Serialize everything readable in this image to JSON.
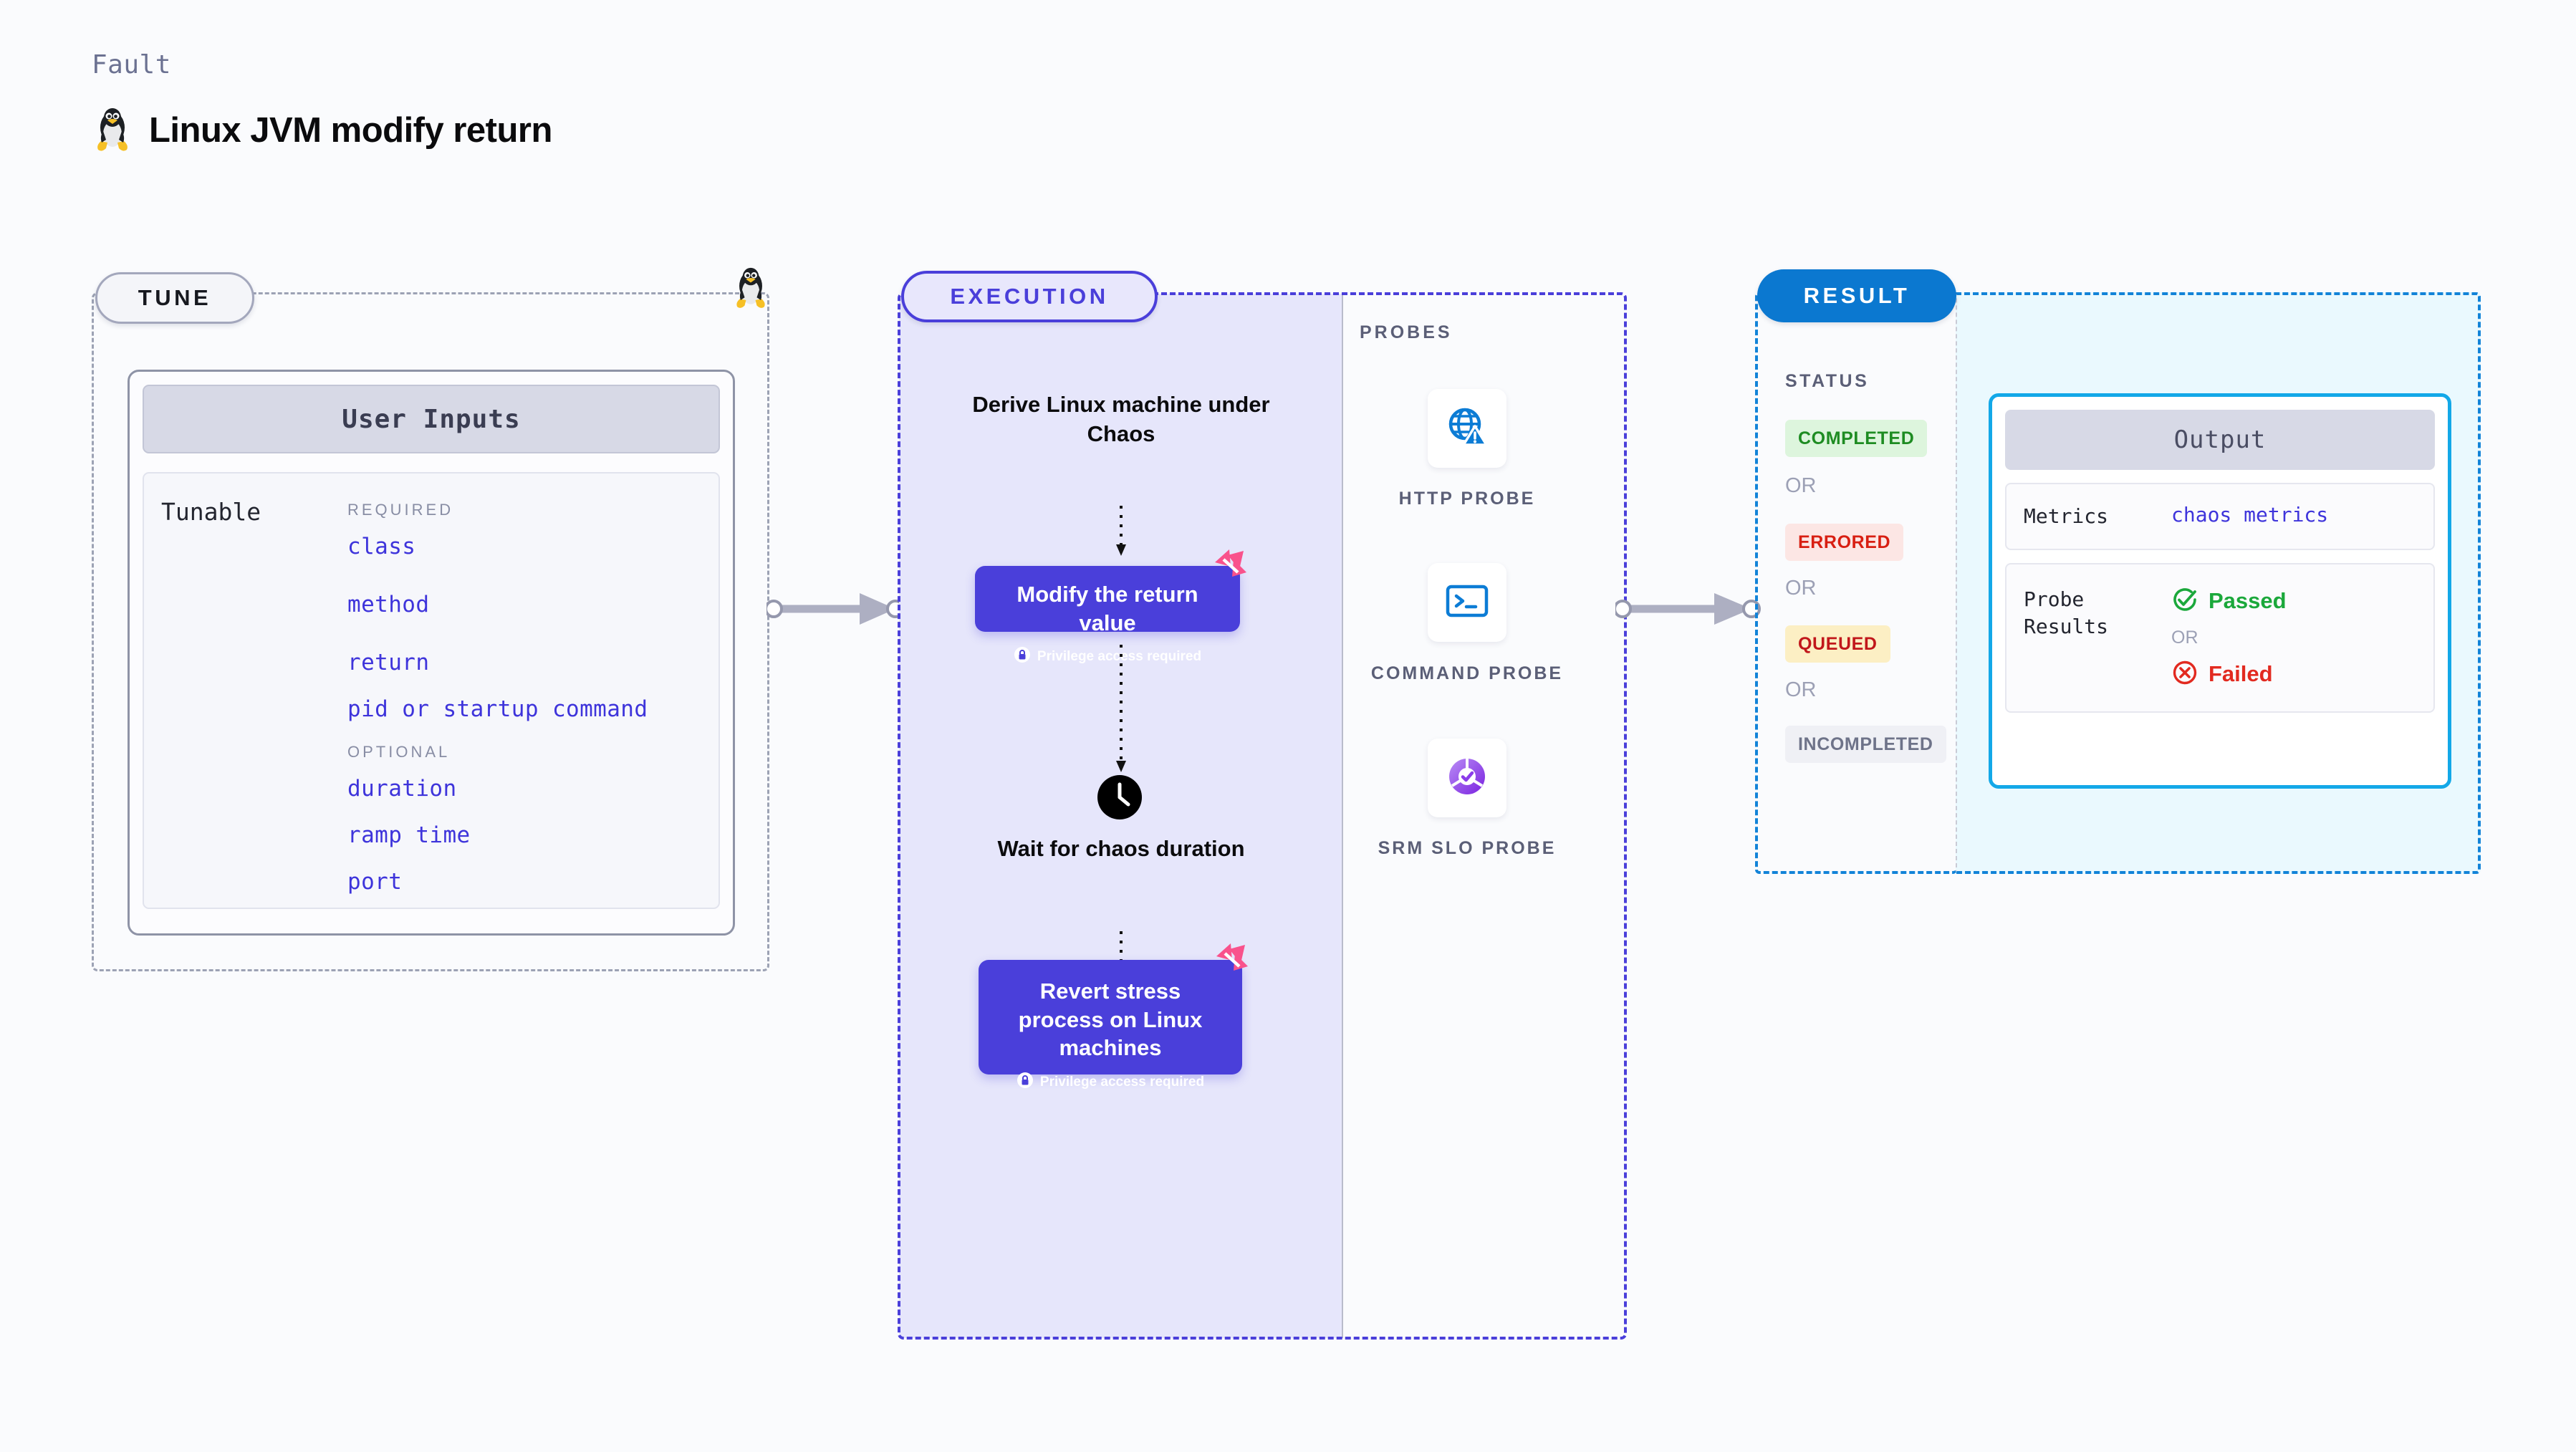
{
  "header": {
    "kicker": "Fault",
    "title": "Linux JVM modify return",
    "icon": "linux-tux-icon"
  },
  "tune": {
    "pill_label": "TUNE",
    "card_title": "User Inputs",
    "tunable_label": "Tunable",
    "groups": [
      {
        "heading": "REQUIRED",
        "items": [
          "class",
          "method",
          "return",
          "pid or startup command"
        ]
      },
      {
        "heading": "OPTIONAL",
        "items": [
          "duration",
          "ramp time",
          "port"
        ]
      }
    ]
  },
  "execution": {
    "pill_label": "EXECUTION",
    "step1_text": "Derive Linux machine under Chaos",
    "step2_title": "Modify the return value",
    "step2_note": "Privilege access required",
    "step3_text": "Wait for chaos duration",
    "step4_title": "Revert stress process on Linux machines",
    "step4_note": "Privilege access required",
    "clock_icon": "clock-icon",
    "lock_icon": "lock-icon",
    "chaos_badge_icon": "harness-chaos-badge-icon"
  },
  "probes": {
    "section_label": "PROBES",
    "items": [
      {
        "label": "HTTP PROBE",
        "icon": "globe-warning-icon"
      },
      {
        "label": "COMMAND PROBE",
        "icon": "terminal-icon"
      },
      {
        "label": "SRM SLO PROBE",
        "icon": "slo-check-icon"
      }
    ]
  },
  "result": {
    "pill_label": "RESULT",
    "status_label": "STATUS",
    "or_label": "OR",
    "statuses": [
      {
        "label": "COMPLETED",
        "fg": "#1E8C22",
        "bg": "#DDF5DD"
      },
      {
        "label": "ERRORED",
        "fg": "#D81F12",
        "bg": "#FCE6E4"
      },
      {
        "label": "QUEUED",
        "fg": "#C1171B",
        "bg": "#FCEFC4"
      },
      {
        "label": "INCOMPLETED",
        "fg": "#6E7389",
        "bg": "#EFF0F5"
      }
    ],
    "output": {
      "title": "Output",
      "metrics_key": "Metrics",
      "metrics_value": "chaos metrics",
      "probe_results_key": "Probe Results",
      "passed_label": "Passed",
      "failed_label": "Failed",
      "or_label": "OR",
      "passed_icon": "check-circle-icon",
      "failed_icon": "x-circle-icon"
    }
  },
  "colors": {
    "canvas": "#FAFBFD",
    "tune_border": "#9CA2B4",
    "execution_accent": "#4A3FDA",
    "execution_bg": "#E6E6FB",
    "result_accent": "#0B78D0",
    "output_border": "#13A8E8",
    "output_bg": "#EAF9FE",
    "tunable_text": "#3E34DB",
    "chaos_pink": "#F9528C",
    "probe_blue": "#0C7CD5",
    "slo_purple": "#8B3CEA"
  }
}
